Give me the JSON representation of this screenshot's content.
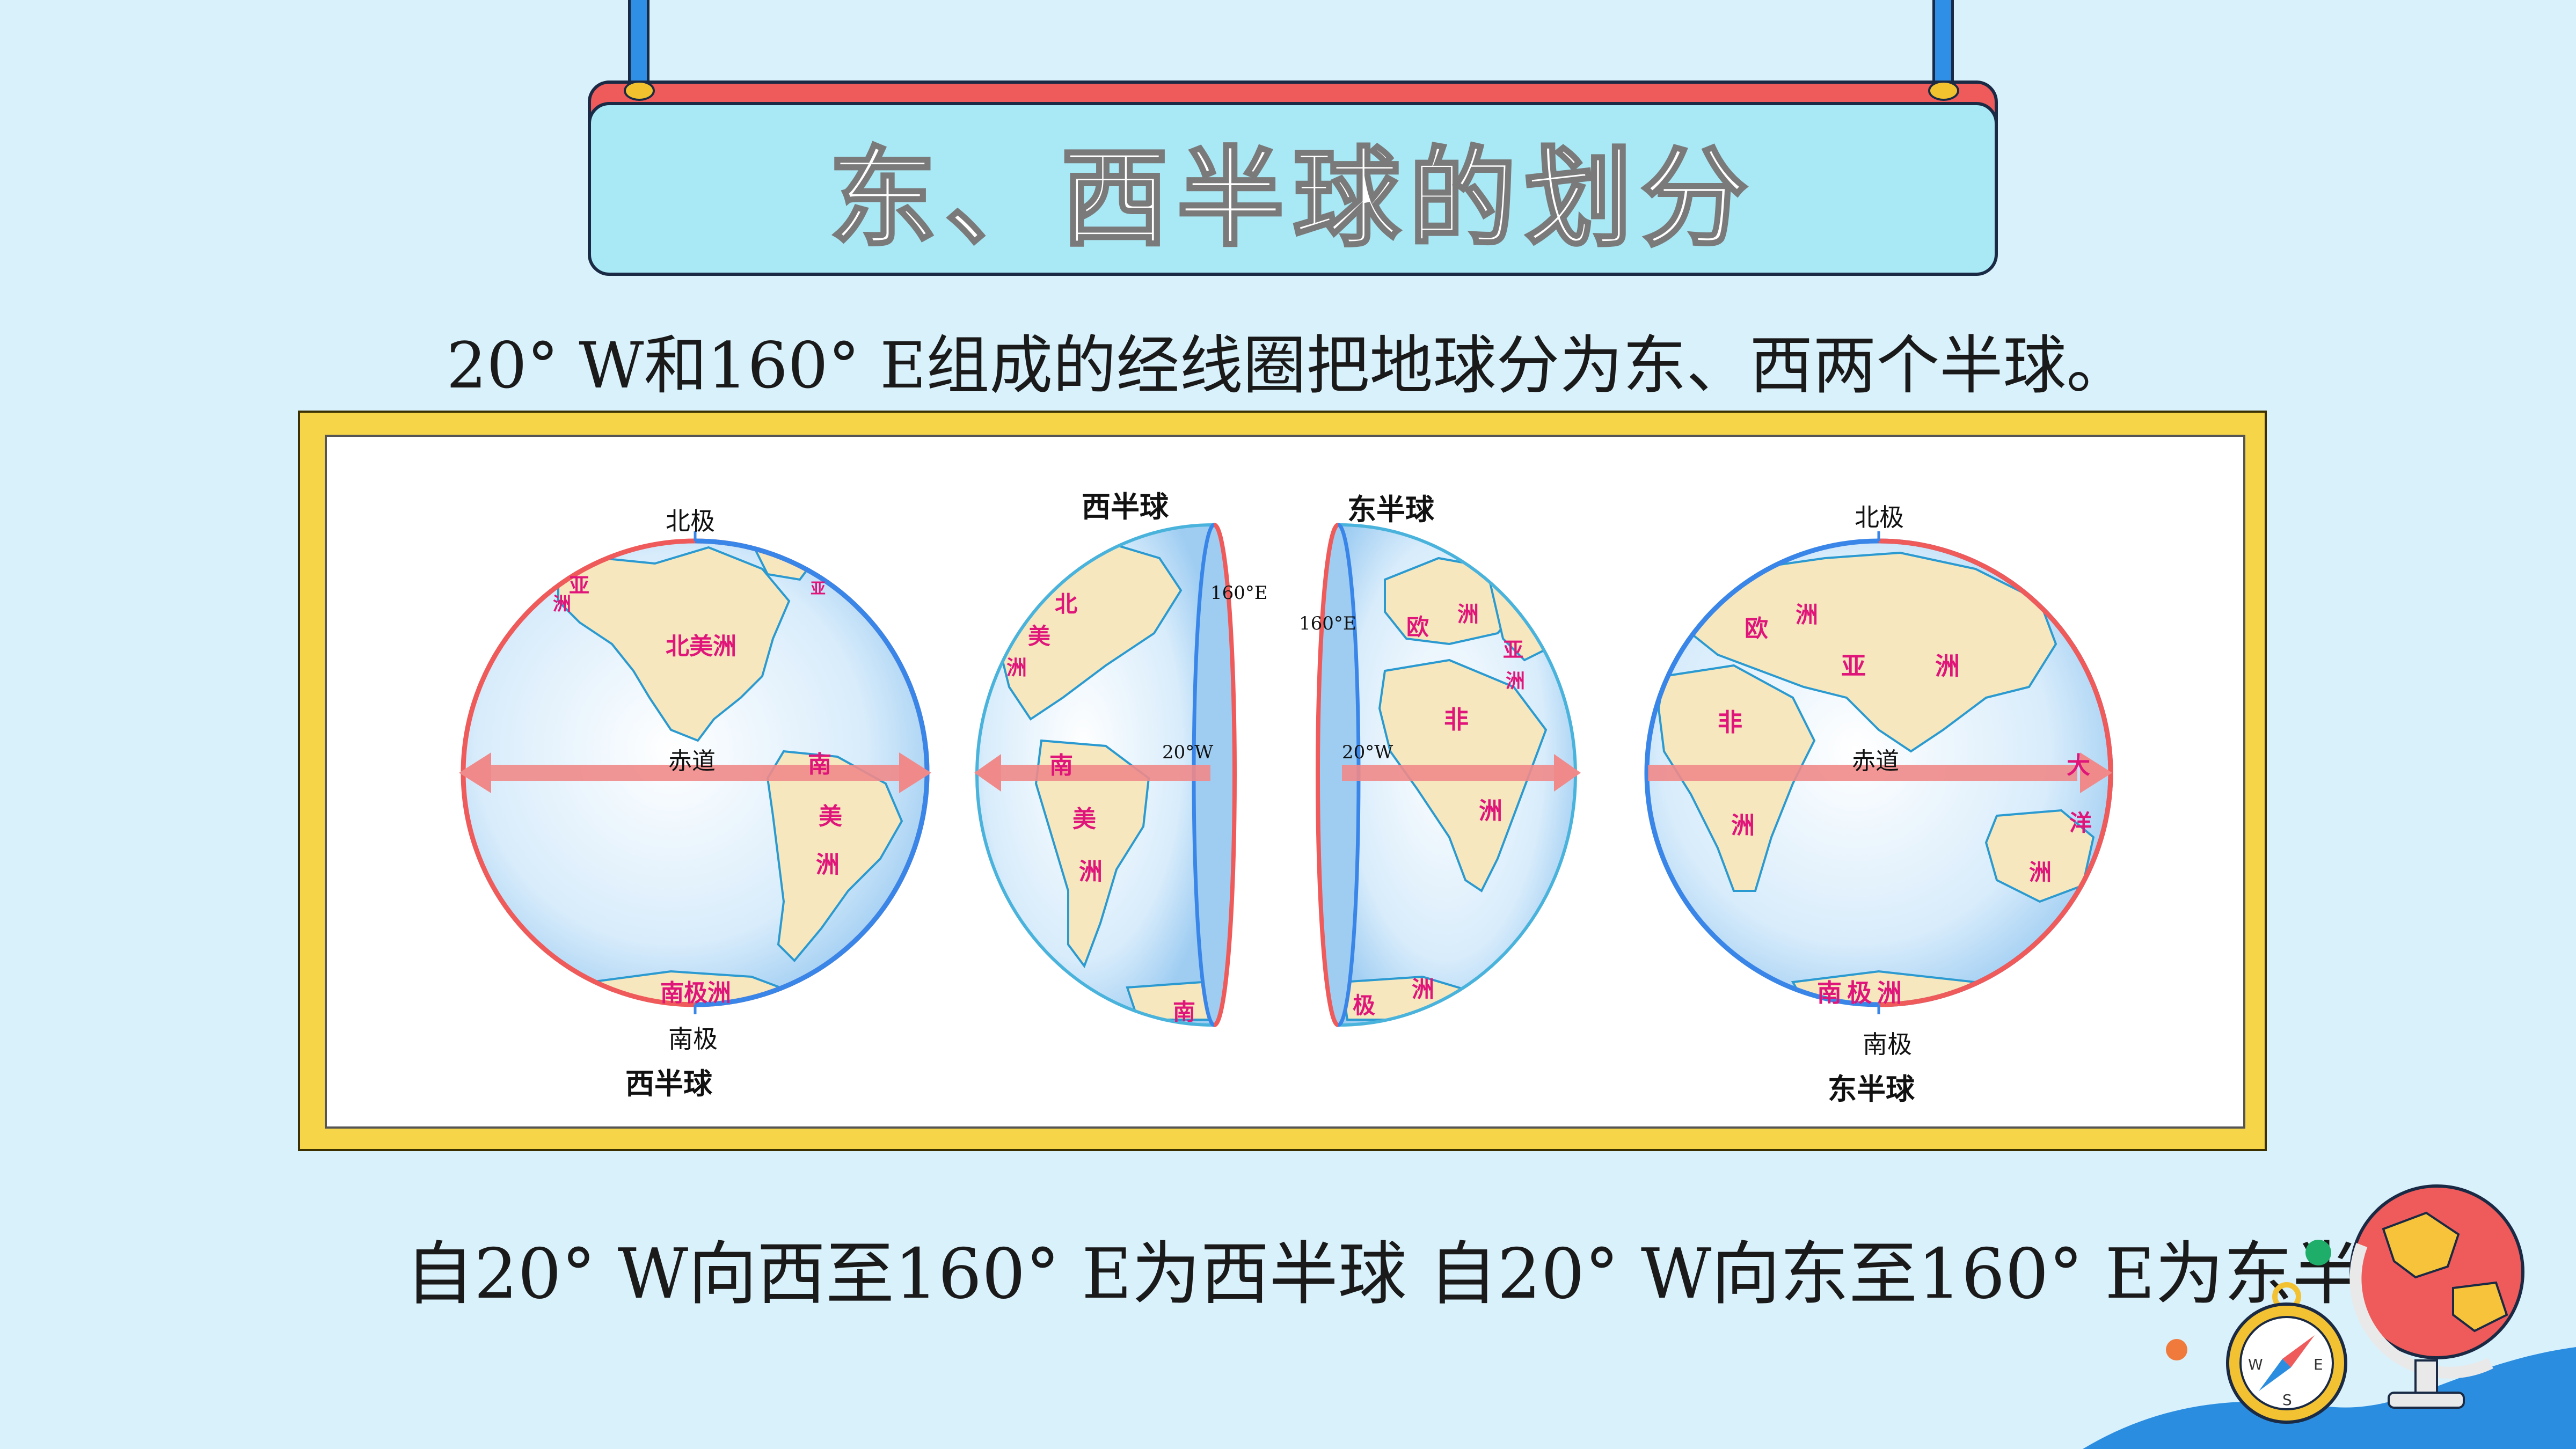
{
  "title": "东、西半球的划分",
  "subtitle": "20° W和160° E组成的经线圈把地球分为东、西两个半球。",
  "bottom_text": "自20° W向西至160° E为西半球 自20° W向东至160° E为东半球",
  "colors": {
    "background": "#d9f1fb",
    "sign_face": "#a9e9f6",
    "sign_shadow": "#ef5a5a",
    "rope": "#2f8fe6",
    "frame": "#f7d548",
    "meridian_20W": "#ef5a5a",
    "meridian_160E": "#3a86e8",
    "continent_label": "#e0157a",
    "land": "#f7e7bf",
    "ocean": "#cfe8fb"
  },
  "figure": {
    "west_globe": {
      "north_pole": "北极",
      "south_pole": "南极",
      "equator": "赤道",
      "caption": "西半球",
      "continents": [
        "北美洲",
        "南",
        "美",
        "洲",
        "南极洲",
        "亚",
        "洲",
        "亚"
      ]
    },
    "west_half": {
      "caption": "西半球",
      "meridian_160": "160°E",
      "meridian_20": "20°W",
      "continents": [
        "北",
        "美",
        "洲",
        "南",
        "美",
        "洲",
        "南"
      ]
    },
    "east_half": {
      "caption": "东半球",
      "meridian_160": "160°E",
      "meridian_20": "20°W",
      "continents": [
        "欧",
        "洲",
        "亚",
        "洲",
        "非",
        "洲",
        "极",
        "洲"
      ]
    },
    "east_globe": {
      "north_pole": "北极",
      "south_pole": "南极",
      "equator": "赤道",
      "caption": "东半球",
      "continents": [
        "欧",
        "洲",
        "亚",
        "洲",
        "非",
        "洲",
        "大",
        "洋",
        "洲",
        "南极洲"
      ]
    }
  },
  "decorations": [
    "globe-icon",
    "compass-icon"
  ],
  "compass_letters": [
    "W",
    "E",
    "S"
  ]
}
